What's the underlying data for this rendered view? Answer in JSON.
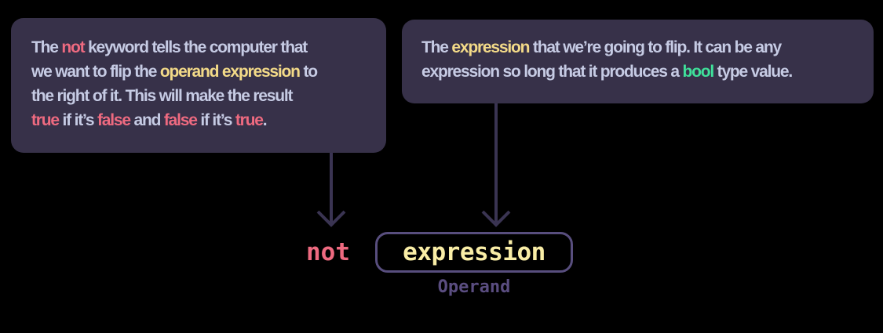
{
  "colors": {
    "background": "#000000",
    "callout_bg": "#373149",
    "body": "#c6cbe4",
    "pink": "#ee6a80",
    "yellow": "#f3da88",
    "green": "#3fe09a",
    "code_yellow": "#f9eda6",
    "box_border": "#584e7e",
    "operand_label": "#5a4d80",
    "arrow": "#3a3452"
  },
  "callout_left": {
    "lines": [
      [
        {
          "t": "The ",
          "c": "body"
        },
        {
          "t": "not",
          "c": "pink"
        },
        {
          "t": " keyword tells the computer that",
          "c": "body"
        }
      ],
      [
        {
          "t": "we want to flip the ",
          "c": "body"
        },
        {
          "t": "operand expression",
          "c": "yellow"
        },
        {
          "t": " to",
          "c": "body"
        }
      ],
      [
        {
          "t": "the right of it. This will make the result",
          "c": "body"
        }
      ],
      [
        {
          "t": "true",
          "c": "pink"
        },
        {
          "t": " if it’s ",
          "c": "body"
        },
        {
          "t": "false",
          "c": "pink"
        },
        {
          "t": " and ",
          "c": "body"
        },
        {
          "t": "false",
          "c": "pink"
        },
        {
          "t": " if it’s ",
          "c": "body"
        },
        {
          "t": "true",
          "c": "pink"
        },
        {
          "t": ".",
          "c": "body"
        }
      ]
    ]
  },
  "callout_right": {
    "lines": [
      [
        {
          "t": "The ",
          "c": "body"
        },
        {
          "t": "expression",
          "c": "yellow"
        },
        {
          "t": " that we’re going to flip. It can be any",
          "c": "body"
        }
      ],
      [
        {
          "t": "expression so long that it produces a ",
          "c": "body"
        },
        {
          "t": "bool",
          "c": "green"
        },
        {
          "t": " type value.",
          "c": "body"
        }
      ]
    ]
  },
  "code": {
    "keyword": "not",
    "operand_text": "expression",
    "operand_caption": "Operand"
  }
}
